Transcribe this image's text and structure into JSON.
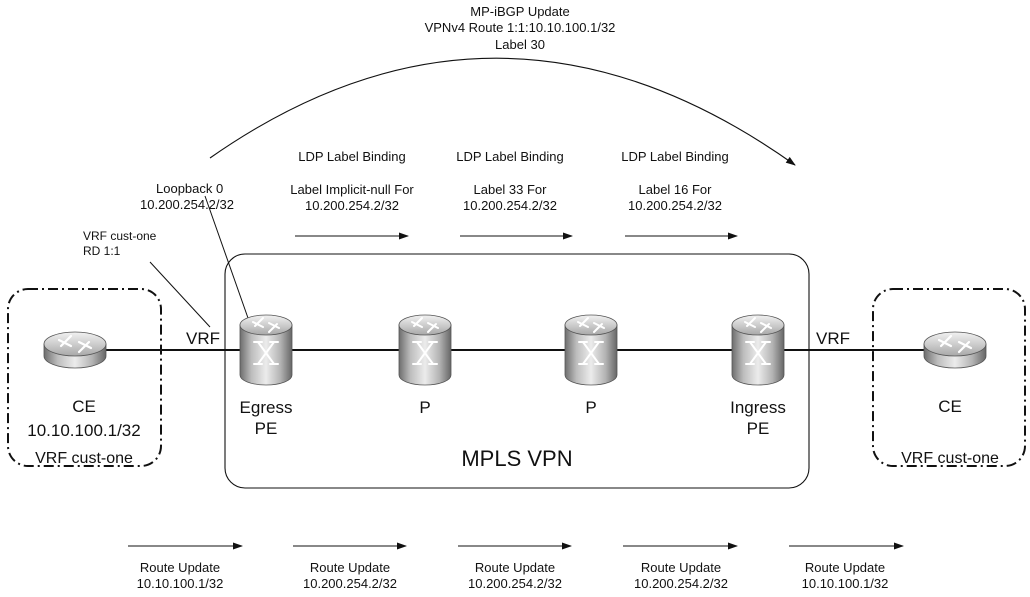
{
  "mpibgp": {
    "line1": "MP-iBGP Update",
    "line2": "VPNv4 Route 1:1:10.10.100.1/32",
    "line3": "Label 30"
  },
  "ldp": [
    {
      "title": "LDP Label Binding",
      "line1": "Label Implicit-null For",
      "line2": "10.200.254.2/32"
    },
    {
      "title": "LDP Label Binding",
      "line1": "Label 33 For",
      "line2": "10.200.254.2/32"
    },
    {
      "title": "LDP Label Binding",
      "line1": "Label 16 For",
      "line2": "10.200.254.2/32"
    }
  ],
  "loopback": {
    "line1": "Loopback 0",
    "line2": "10.200.254.2/32"
  },
  "vrf_rd": {
    "line1": "VRF cust-one",
    "line2": "RD 1:1"
  },
  "vrf_left": "VRF",
  "vrf_right": "VRF",
  "ce_left": {
    "name": "CE",
    "ip": "10.10.100.1/32",
    "vrf": "VRF cust-one"
  },
  "ce_right": {
    "name": "CE",
    "vrf": "VRF cust-one"
  },
  "routers": {
    "egress": {
      "line1": "Egress",
      "line2": "PE"
    },
    "p1": "P",
    "p2": "P",
    "ingress": {
      "line1": "Ingress",
      "line2": "PE"
    }
  },
  "mpls_label": "MPLS VPN",
  "route_updates": [
    {
      "line1": "Route Update",
      "line2": "10.10.100.1/32"
    },
    {
      "line1": "Route Update",
      "line2": "10.200.254.2/32"
    },
    {
      "line1": "Route Update",
      "line2": "10.200.254.2/32"
    },
    {
      "line1": "Route Update",
      "line2": "10.200.254.2/32"
    },
    {
      "line1": "Route Update",
      "line2": "10.10.100.1/32"
    }
  ],
  "icons": {
    "router": "router-icon"
  }
}
